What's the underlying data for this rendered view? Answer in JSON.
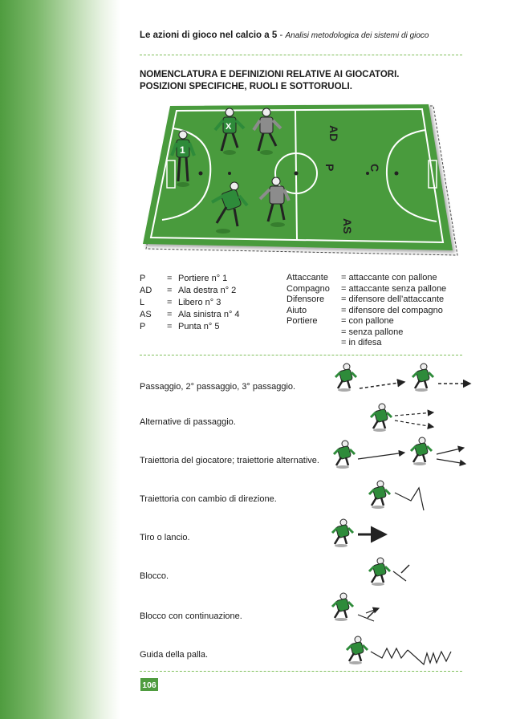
{
  "header": {
    "title": "Le azioni di gioco nel calcio a 5",
    "separator": " - ",
    "subtitle": "Analisi metodologica dei sistemi di gioco"
  },
  "section": {
    "line1": "NOMENCLATURA E DEFINIZIONI RELATIVE AI GIOCATORI.",
    "line2": "POSIZIONI SPECIFICHE, RUOLI E SOTTORUOLI."
  },
  "pitch": {
    "labels": {
      "ad": "AD",
      "p": "P",
      "c": "C",
      "as": "AS"
    },
    "player_marks": {
      "goalkeeper": "1",
      "attacker": "X"
    },
    "colors": {
      "grass": "#4a9b3c",
      "attacker": "#2e8b3a",
      "defender": "#8c8c8c"
    }
  },
  "legend_left": [
    {
      "code": "P",
      "sep": "=",
      "desc": "Portiere n° 1"
    },
    {
      "code": "AD",
      "sep": "=",
      "desc": "Ala destra n° 2"
    },
    {
      "code": "L",
      "sep": "=",
      "desc": "Libero n° 3"
    },
    {
      "code": "AS",
      "sep": "=",
      "desc": "Ala sinistra n° 4"
    },
    {
      "code": "P",
      "sep": "=",
      "desc": "Punta n° 5"
    }
  ],
  "legend_right": [
    {
      "term": "Attaccante",
      "def": "= attaccante con pallone"
    },
    {
      "term": "Compagno",
      "def": "= attaccante senza pallone"
    },
    {
      "term": "Difensore",
      "def": "= difensore dell’attaccante"
    },
    {
      "term": "Aiuto",
      "def": "= difensore del compagno"
    },
    {
      "term": "Portiere",
      "def": "= con pallone"
    },
    {
      "term": "",
      "def": "= senza pallone"
    },
    {
      "term": "",
      "def": "= in difesa"
    }
  ],
  "symbols": [
    {
      "label": "Passaggio, 2° passaggio, 3° passaggio."
    },
    {
      "label": "Alternative di passaggio."
    },
    {
      "label": "Traiettoria del giocatore; traiettorie alternative."
    },
    {
      "label": "Traiettoria con cambio di direzione."
    },
    {
      "label": "Tiro o lancio."
    },
    {
      "label": "Blocco."
    },
    {
      "label": "Blocco con continuazione."
    },
    {
      "label": "Guida della palla."
    }
  ],
  "page_number": "106"
}
